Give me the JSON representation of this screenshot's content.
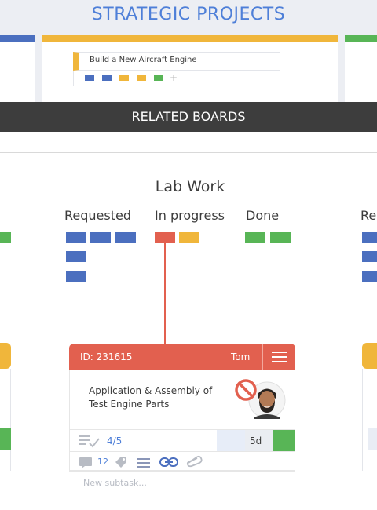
{
  "header": {
    "title": "STRATEGIC PROJECTS"
  },
  "strategic_board": {
    "card_title": "Build a New Aircraft Engine",
    "add_symbol": "+"
  },
  "related": {
    "title": "RELATED BOARDS"
  },
  "lab_board": {
    "title": "Lab Work",
    "columns": [
      {
        "label": "Requested"
      },
      {
        "label": "In progress"
      },
      {
        "label": "Done"
      }
    ],
    "partial_column_right": "Re"
  },
  "card": {
    "id": "ID: 231615",
    "owner": "Tom",
    "title": "Application & Assembly of Test Engine Parts",
    "checklist": "4/5",
    "due": "5d",
    "comments": "12",
    "new_subtask_placeholder": "New subtask..."
  },
  "colors": {
    "blue": "#4b6fbf",
    "yellow": "#f0b63b",
    "green": "#58b556",
    "red": "#e2604f",
    "title_blue": "#4e7fd8",
    "dark_bar": "#3d3d3d"
  },
  "icons": [
    "hamburger-menu-icon",
    "blocked-icon",
    "checklist-icon",
    "comment-icon",
    "tag-icon",
    "list-icon",
    "link-icon",
    "paperclip-icon"
  ]
}
